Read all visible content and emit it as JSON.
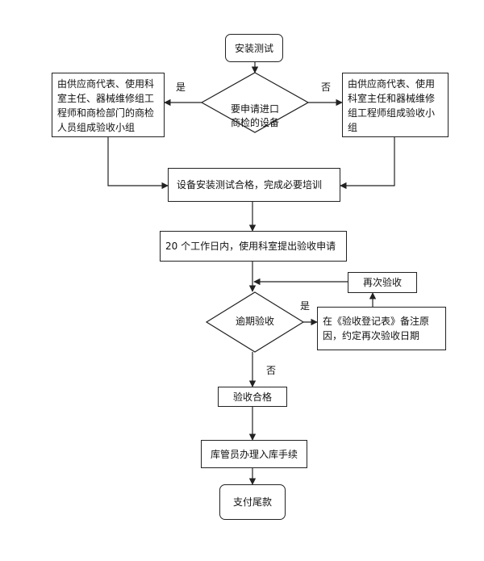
{
  "nodes": {
    "start": "安装测试",
    "decision_import": "要申请进口\n商检的设备",
    "team_yes": "由供应商代表、使用科室主任、器械维修组工程师和商检部门的商检人员组成验收小组",
    "team_no": "由供应商代表、使用科室主任和器械维修组工程师组成验收小组",
    "install_pass": "设备安装测试合格，完成必要培训",
    "apply": "20 个工作日内，使用科室提出验收申请",
    "recheck": "再次验收",
    "decision_overdue": "逾期验收",
    "record": "在《验收登记表》备注原因，约定再次验收日期",
    "accept": "验收合格",
    "warehouse": "库管员办理入库手续",
    "pay": "支付尾款"
  },
  "labels": {
    "yes_left": "是",
    "no_right": "否",
    "yes_overdue": "是",
    "no_overdue": "否"
  }
}
